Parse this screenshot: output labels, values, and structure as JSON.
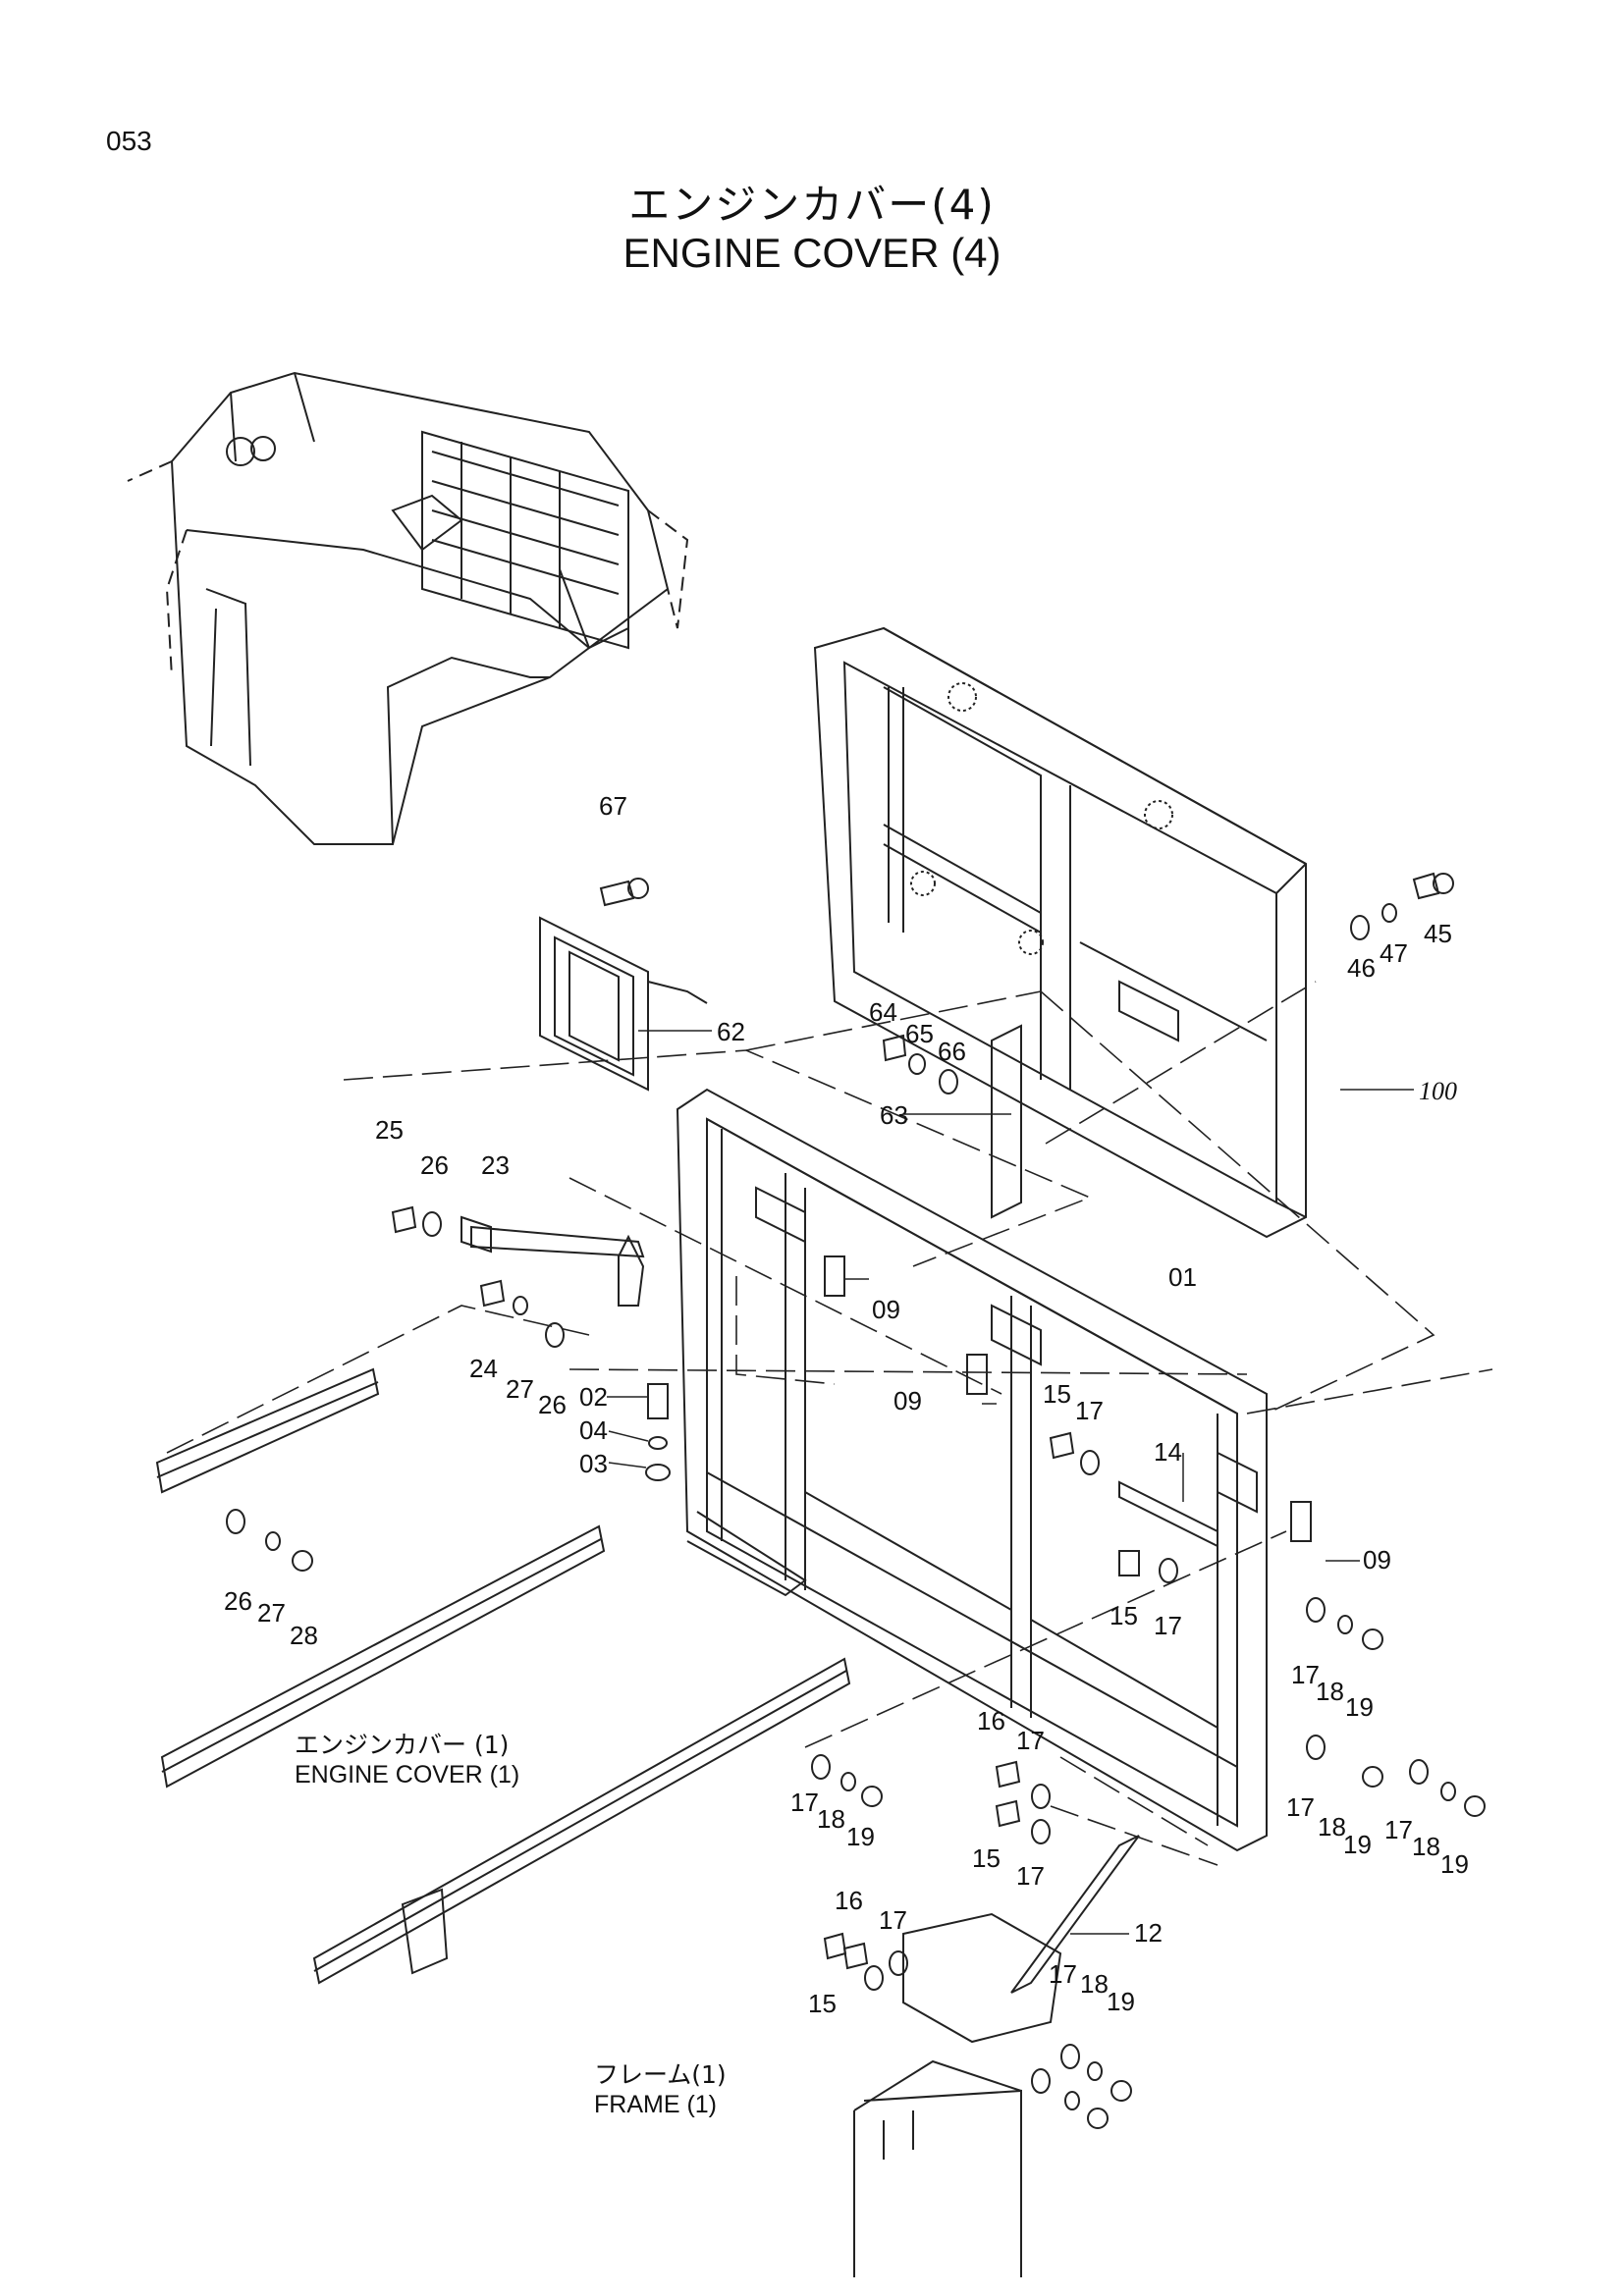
{
  "page_number": "053",
  "title_jp": "エンジンカバー(4)",
  "title_en": "ENGINE COVER (4)",
  "references": [
    {
      "jp": "エンジンカバー (1)",
      "en": "ENGINE  COVER (1)"
    },
    {
      "jp": "フレーム(1)",
      "en": "FRAME (1)"
    }
  ],
  "part_labels": [
    "01",
    "02",
    "03",
    "04",
    "09",
    "09",
    "09",
    "12",
    "14",
    "15",
    "15",
    "15",
    "15",
    "16",
    "16",
    "17",
    "17",
    "17",
    "17",
    "17",
    "17",
    "17",
    "17",
    "17",
    "17",
    "18",
    "18",
    "18",
    "18",
    "18",
    "19",
    "19",
    "19",
    "19",
    "19",
    "23",
    "24",
    "25",
    "26",
    "26",
    "26",
    "27",
    "27",
    "28",
    "45",
    "46",
    "47",
    "62",
    "63",
    "64",
    "65",
    "66",
    "67",
    "100"
  ]
}
